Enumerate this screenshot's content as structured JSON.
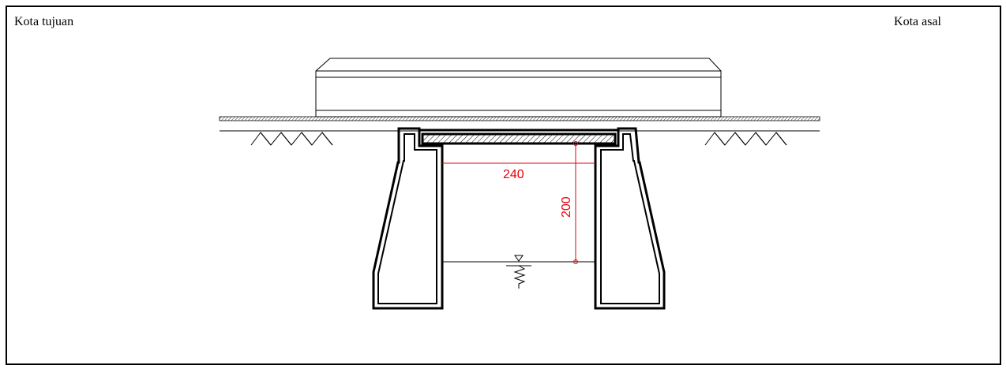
{
  "labels": {
    "destination": "Kota tujuan",
    "origin": "Kota asal"
  },
  "dimensions": {
    "width": "240",
    "height": "200"
  },
  "colors": {
    "line": "#000000",
    "dimension": "#e8000b"
  },
  "symbols": {
    "water_level": "water-level-marker-icon",
    "soil_hatch": "soil-hatch-icon"
  }
}
